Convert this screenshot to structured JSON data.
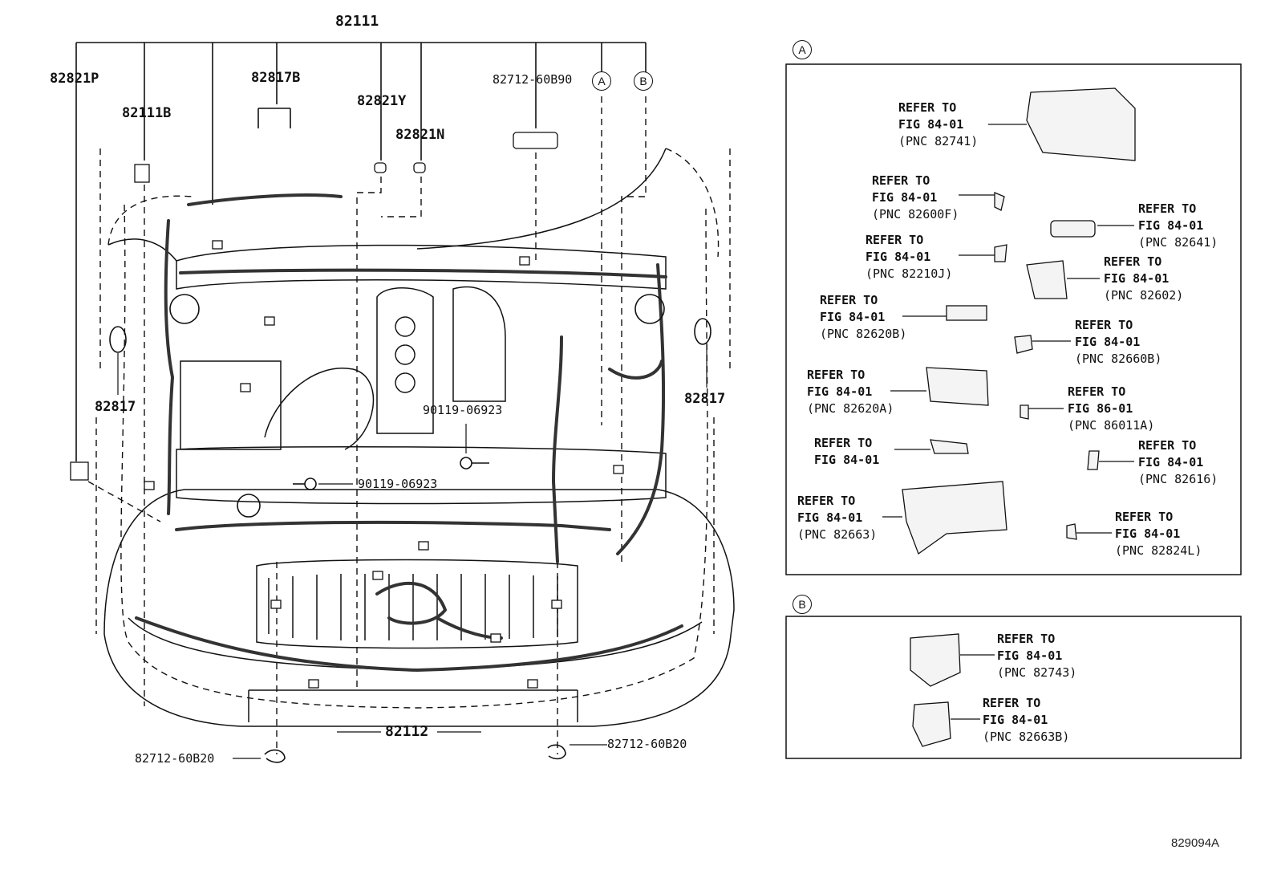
{
  "main": {
    "harness_main": "82111",
    "harness_front": "82112",
    "p82821P": "82821P",
    "p82111B": "82111B",
    "p82817B": "82817B",
    "p82821Y": "82821Y",
    "p82821N": "82821N",
    "p82712_top": "82712-60B90",
    "p82817_left": "82817",
    "p82817_right": "82817",
    "bolt_a": "90119-06923",
    "bolt_b": "90119-06923",
    "clip_left": "82712-60B20",
    "clip_right": "82712-60B20",
    "tag_a": "A",
    "tag_b": "B"
  },
  "panel_a": {
    "tag": "A",
    "refs": [
      {
        "line1": "REFER TO",
        "line2": "FIG 84-01",
        "line3": "(PNC 82741)"
      },
      {
        "line1": "REFER TO",
        "line2": "FIG 84-01",
        "line3": "(PNC 82600F)"
      },
      {
        "line1": "REFER TO",
        "line2": "FIG 84-01",
        "line3": "(PNC 82641)"
      },
      {
        "line1": "REFER TO",
        "line2": "FIG 84-01",
        "line3": "(PNC 82210J)"
      },
      {
        "line1": "REFER TO",
        "line2": "FIG 84-01",
        "line3": "(PNC 82602)"
      },
      {
        "line1": "REFER TO",
        "line2": "FIG 84-01",
        "line3": "(PNC 82620B)"
      },
      {
        "line1": "REFER TO",
        "line2": "FIG 84-01",
        "line3": "(PNC 82660B)"
      },
      {
        "line1": "REFER TO",
        "line2": "FIG 84-01",
        "line3": "(PNC 82620A)"
      },
      {
        "line1": "REFER TO",
        "line2": "FIG 86-01",
        "line3": "(PNC 86011A)"
      },
      {
        "line1": "REFER TO",
        "line2": "FIG 84-01",
        "line3": ""
      },
      {
        "line1": "REFER TO",
        "line2": "FIG 84-01",
        "line3": "(PNC 82616)"
      },
      {
        "line1": "REFER TO",
        "line2": "FIG 84-01",
        "line3": "(PNC 82663)"
      },
      {
        "line1": "REFER TO",
        "line2": "FIG 84-01",
        "line3": "(PNC 82824L)"
      }
    ]
  },
  "panel_b": {
    "tag": "B",
    "refs": [
      {
        "line1": "REFER TO",
        "line2": "FIG 84-01",
        "line3": "(PNC 82743)"
      },
      {
        "line1": "REFER TO",
        "line2": "FIG 84-01",
        "line3": "(PNC 82663B)"
      }
    ]
  },
  "footer": {
    "figure_code": "829094A"
  }
}
